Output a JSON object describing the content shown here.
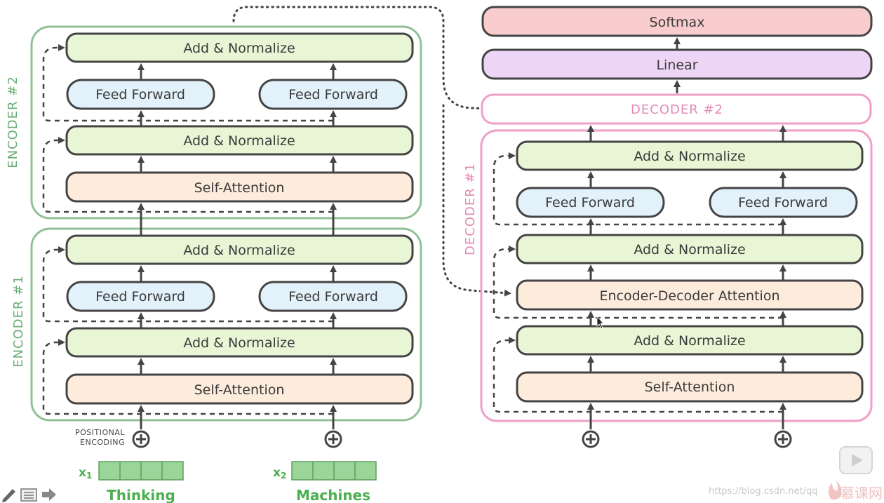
{
  "encoder2": {
    "title": "ENCODER #2",
    "add_norm_top": "Add & Normalize",
    "ff_left": "Feed Forward",
    "ff_right": "Feed Forward",
    "add_norm_mid": "Add & Normalize",
    "self_attention": "Self-Attention"
  },
  "encoder1": {
    "title": "ENCODER #1",
    "add_norm_top": "Add & Normalize",
    "ff_left": "Feed Forward",
    "ff_right": "Feed Forward",
    "add_norm_mid": "Add & Normalize",
    "self_attention": "Self-Attention"
  },
  "inputs": {
    "positional_encoding_line1": "POSITIONAL",
    "positional_encoding_line2": "ENCODING",
    "x1_label": "x",
    "x1_sub": "1",
    "x2_label": "x",
    "x2_sub": "2",
    "word1": "Thinking",
    "word2": "Machines"
  },
  "output": {
    "softmax": "Softmax",
    "linear": "Linear"
  },
  "decoder2": {
    "title": "DECODER #2"
  },
  "decoder1": {
    "title": "DECODER #1",
    "add_norm_top": "Add & Normalize",
    "ff_left": "Feed Forward",
    "ff_right": "Feed Forward",
    "add_norm_mid": "Add & Normalize",
    "enc_dec_attention": "Encoder-Decoder Attention",
    "add_norm_bottom": "Add & Normalize",
    "self_attention": "Self-Attention"
  },
  "watermark": {
    "url": "https://blog.csdn.net/qq",
    "brand": "慕课网"
  },
  "colors": {
    "encoder_border": "#8fc196",
    "decoder_border": "#ef9fc8",
    "add_norm": "#e8f6d6",
    "feed_forward": "#e3f1fb",
    "self_attention": "#fdecdc",
    "softmax": "#f9cdcd",
    "linear": "#edd5f5",
    "accent_green": "#4caf50"
  }
}
